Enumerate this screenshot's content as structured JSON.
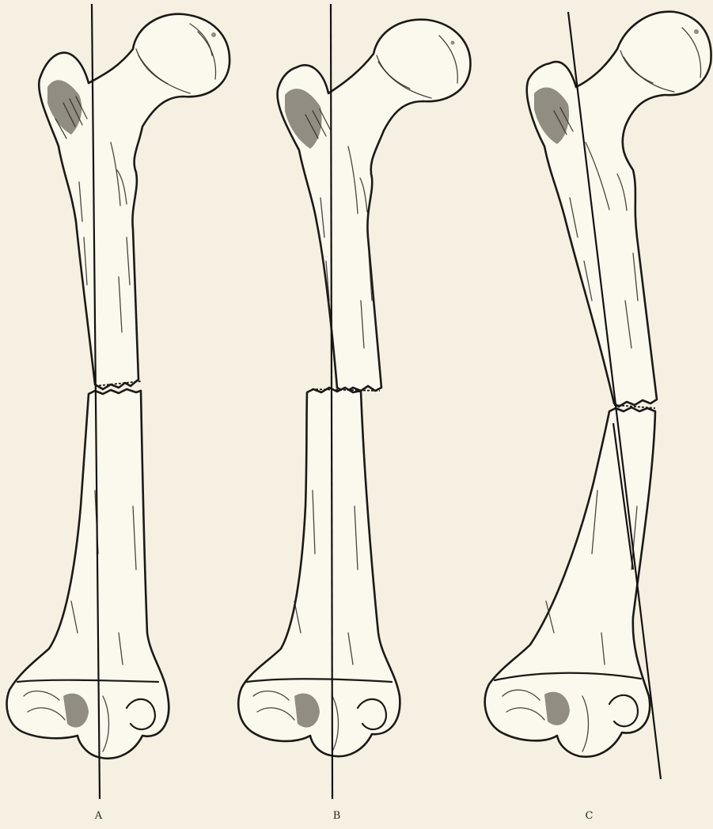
{
  "figure": {
    "background_color": "#f5f0e2",
    "ink_color": "#1c1a16",
    "panels": [
      {
        "id": "A",
        "label": "A"
      },
      {
        "id": "B",
        "label": "B"
      },
      {
        "id": "C",
        "label": "C"
      }
    ]
  }
}
